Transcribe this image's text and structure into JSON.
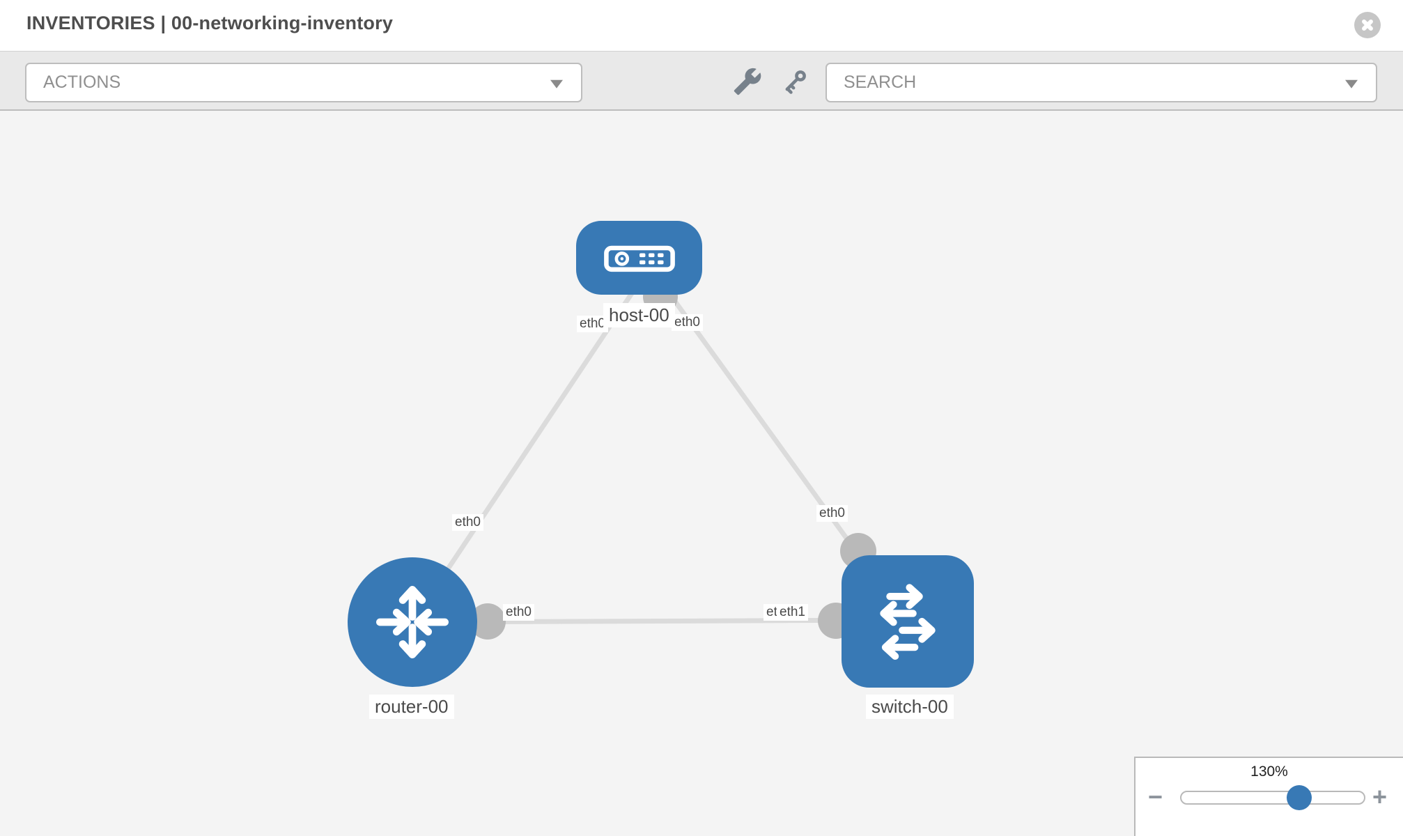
{
  "header": {
    "title": "INVENTORIES | 00-networking-inventory"
  },
  "toolbar": {
    "actions_label": "ACTIONS",
    "search_label": "SEARCH"
  },
  "topology": {
    "nodes": [
      {
        "id": "host-00",
        "type": "host",
        "label": "host-00"
      },
      {
        "id": "router-00",
        "type": "router",
        "label": "router-00"
      },
      {
        "id": "switch-00",
        "type": "switch",
        "label": "switch-00"
      }
    ],
    "links": [
      {
        "source": "host-00",
        "target": "router-00",
        "source_interface": "eth0",
        "target_interface": "eth0"
      },
      {
        "source": "host-00",
        "target": "switch-00",
        "source_interface": "eth0",
        "target_interface": "eth0"
      },
      {
        "source": "router-00",
        "target": "switch-00",
        "source_interface": "eth0",
        "target_interface": "eth1"
      }
    ],
    "interface_labels": {
      "host_left": "eth0",
      "host_right": "eth0",
      "router_top": "eth0",
      "switch_top": "eth0",
      "mid_at_router": "eth0",
      "mid_at_switch_under": "eth0",
      "mid_at_switch_over": "eth1"
    }
  },
  "zoom_control": {
    "level": "130%",
    "minus": "−",
    "plus": "+"
  },
  "colors": {
    "node_blue": "#3879b5",
    "link_gray": "#dbdbdb",
    "connector_gray": "#b9b9b9",
    "canvas_bg": "#f4f4f4",
    "toolbar_bg": "#e9e9e9"
  }
}
